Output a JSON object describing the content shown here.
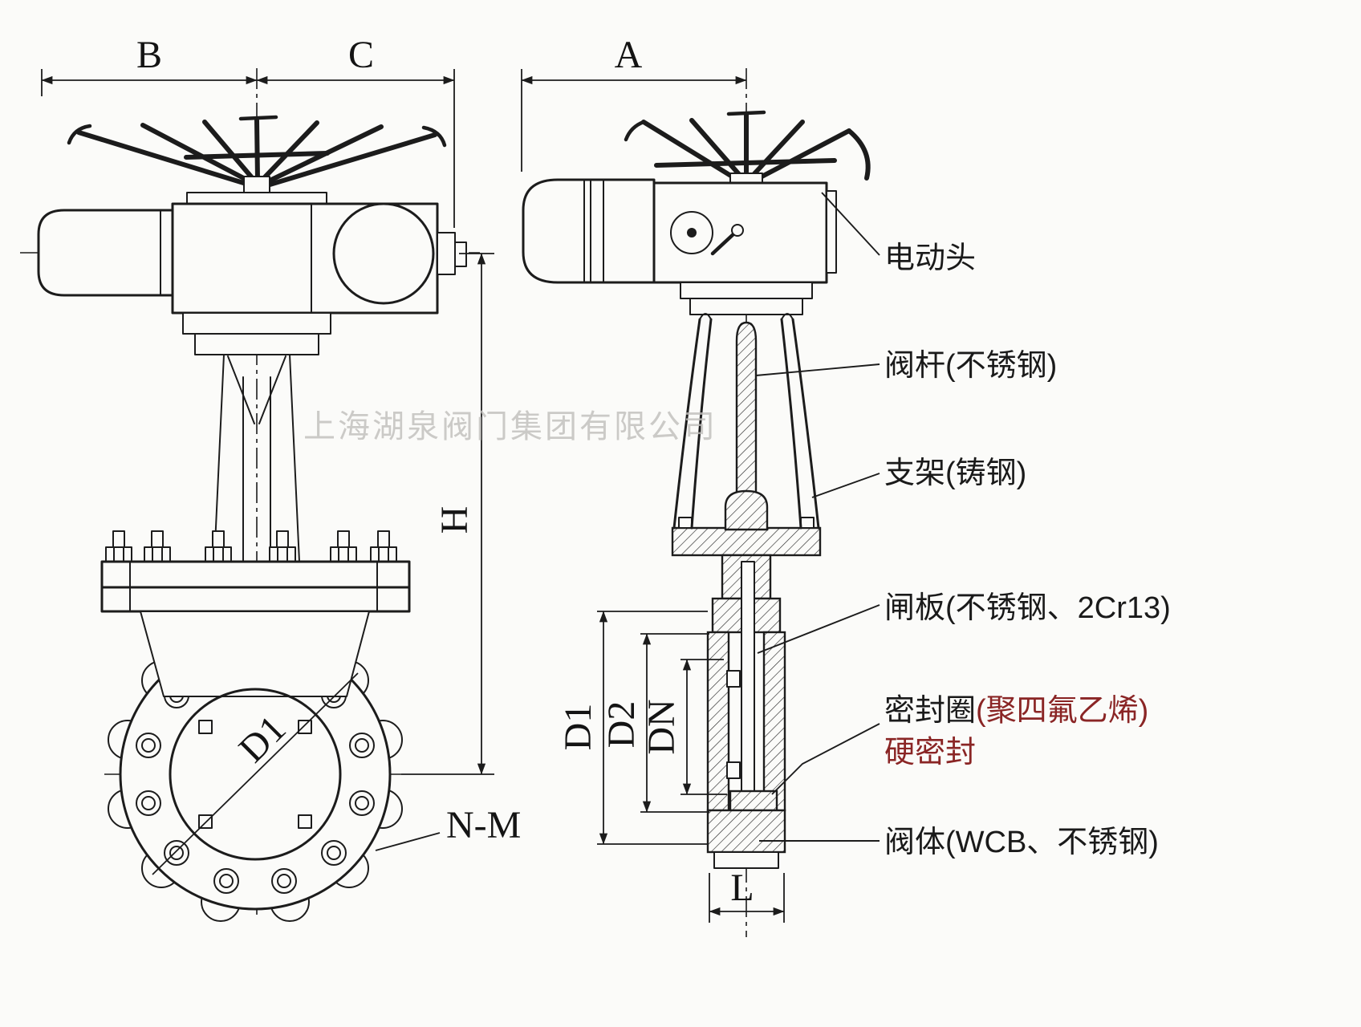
{
  "watermark": "上海湖泉阀门集团有限公司",
  "dims": {
    "B": "B",
    "C": "C",
    "A": "A",
    "H": "H",
    "D1_front": "D1",
    "N_M": "N-M",
    "D1": "D1",
    "D2": "D2",
    "DN": "DN",
    "L": "L"
  },
  "callouts": {
    "actuator": "电动头",
    "stem": "阀杆(不锈钢)",
    "bracket": "支架(铸钢)",
    "gate": "闸板(不锈钢、2Cr13)",
    "seal_part1": "密封圈",
    "seal_part2": "(聚四氟乙烯)",
    "seal_line2": "硬密封",
    "body": "阀体(WCB、不锈钢)"
  },
  "colors": {
    "line": "#1c1c1c",
    "seal_red": "#8a2525",
    "watermark": "#c0bebb",
    "background": "#fbfbf9"
  }
}
